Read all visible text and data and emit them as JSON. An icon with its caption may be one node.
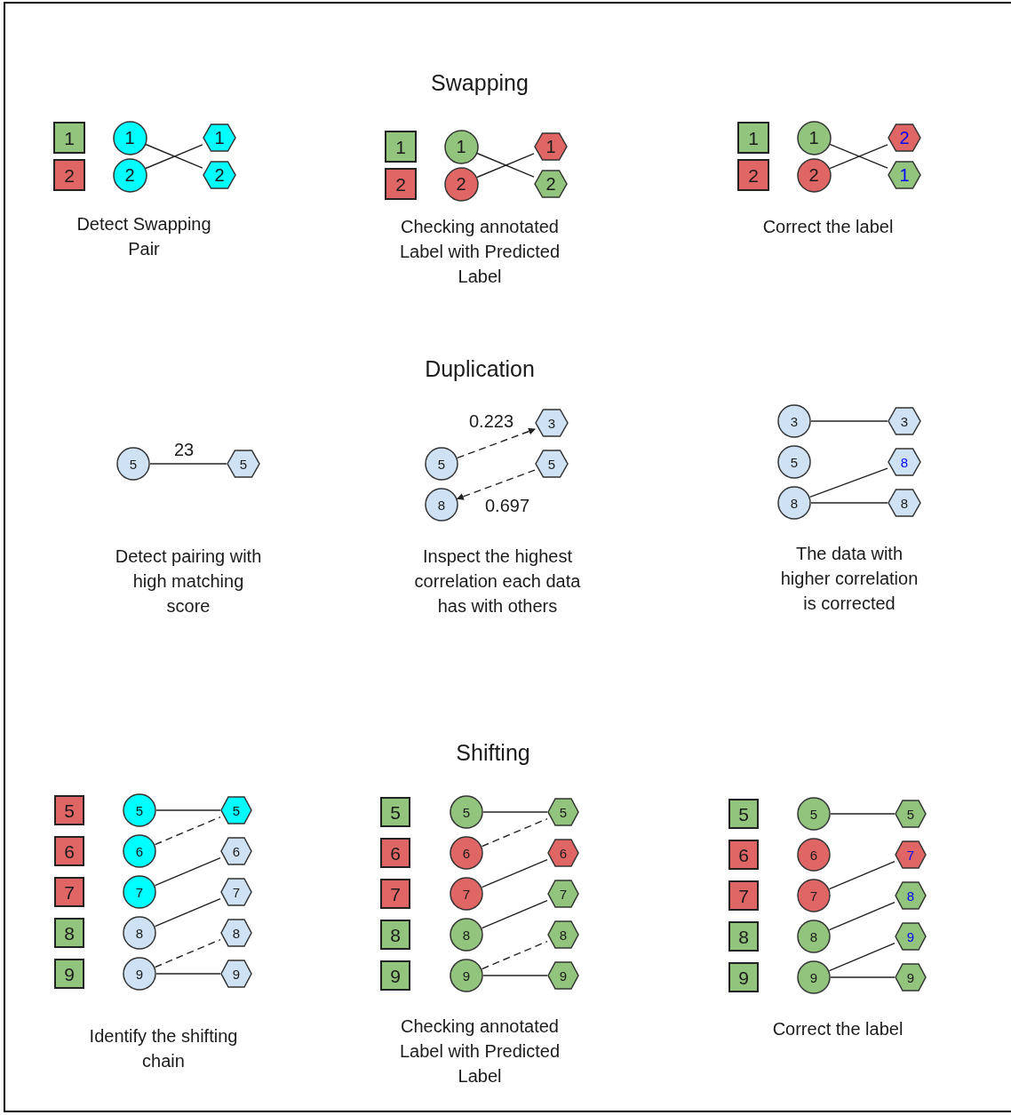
{
  "diagram": {
    "nodes": [
      {
        "text": [
          "1"
        ]
      },
      {
        "text": [
          "1"
        ]
      },
      {
        "text": [
          "1"
        ]
      },
      {
        "text": [
          "2"
        ]
      },
      {
        "text": [
          "2"
        ]
      },
      {
        "text": [
          "2"
        ]
      },
      {
        "text": [
          "1"
        ]
      },
      {
        "text": [
          "1"
        ]
      },
      {
        "text": [
          "1"
        ]
      },
      {
        "text": [
          "2"
        ]
      },
      {
        "text": [
          "2"
        ]
      },
      {
        "text": [
          "2"
        ]
      },
      {
        "text": [
          "1"
        ]
      },
      {
        "text": [
          "1"
        ]
      },
      {
        "text": [
          "2"
        ]
      },
      {
        "text": [
          "2"
        ]
      },
      {
        "text": [
          "2"
        ]
      },
      {
        "text": [
          "1"
        ]
      },
      {
        "text": [
          "5"
        ]
      },
      {
        "text": [
          "5"
        ]
      },
      {
        "text": [
          "3"
        ]
      },
      {
        "text": [
          "5"
        ]
      },
      {
        "text": [
          "5"
        ]
      },
      {
        "text": [
          "8"
        ]
      },
      {
        "text": [
          "3"
        ]
      },
      {
        "text": [
          "3"
        ]
      },
      {
        "text": [
          "5"
        ]
      },
      {
        "text": [
          "8"
        ]
      },
      {
        "text": [
          "8"
        ]
      },
      {
        "text": [
          "8"
        ]
      },
      {
        "text": [
          "5"
        ]
      },
      {
        "text": [
          "5"
        ]
      },
      {
        "text": [
          "5"
        ]
      },
      {
        "text": [
          "6"
        ]
      },
      {
        "text": [
          "6"
        ]
      },
      {
        "text": [
          "6"
        ]
      },
      {
        "text": [
          "7"
        ]
      },
      {
        "text": [
          "7"
        ]
      },
      {
        "text": [
          "7"
        ]
      },
      {
        "text": [
          "8"
        ]
      },
      {
        "text": [
          "8"
        ]
      },
      {
        "text": [
          "8"
        ]
      },
      {
        "text": [
          "9"
        ]
      },
      {
        "text": [
          "9"
        ]
      },
      {
        "text": [
          "9"
        ]
      },
      {
        "text": [
          "5"
        ]
      },
      {
        "text": [
          "5"
        ]
      },
      {
        "text": [
          "5"
        ]
      },
      {
        "text": [
          "6"
        ]
      },
      {
        "text": [
          "6"
        ]
      },
      {
        "text": [
          "6"
        ]
      },
      {
        "text": [
          "7"
        ]
      },
      {
        "text": [
          "7"
        ]
      },
      {
        "text": [
          "7"
        ]
      },
      {
        "text": [
          "8"
        ]
      },
      {
        "text": [
          "8"
        ]
      },
      {
        "text": [
          "8"
        ]
      },
      {
        "text": [
          "9"
        ]
      },
      {
        "text": [
          "9"
        ]
      },
      {
        "text": [
          "9"
        ]
      },
      {
        "text": [
          "5"
        ]
      },
      {
        "text": [
          "5"
        ]
      },
      {
        "text": [
          "5"
        ]
      },
      {
        "text": [
          "6"
        ]
      },
      {
        "text": [
          "6"
        ]
      },
      {
        "text": [
          "7"
        ]
      },
      {
        "text": [
          "7"
        ]
      },
      {
        "text": [
          "7"
        ]
      },
      {
        "text": [
          "8"
        ]
      },
      {
        "text": [
          "8"
        ]
      },
      {
        "text": [
          "8"
        ]
      },
      {
        "text": [
          "9"
        ]
      },
      {
        "text": [
          "9"
        ]
      },
      {
        "text": [
          "9"
        ]
      },
      {
        "text": [
          "9"
        ]
      }
    ],
    "edges": [
      {
        "from": 1,
        "to": 5,
        "arrow": "none"
      },
      {
        "from": 4,
        "to": 2,
        "arrow": "none"
      },
      {
        "from": 7,
        "to": 11,
        "arrow": "none"
      },
      {
        "from": 10,
        "to": 8,
        "arrow": "none"
      },
      {
        "from": 13,
        "to": 17,
        "arrow": "none"
      },
      {
        "from": 16,
        "to": 14,
        "arrow": "none"
      },
      {
        "from": 18,
        "to": 19,
        "arrow": "none",
        "label": "23"
      },
      {
        "from": 21,
        "to": 20,
        "arrow": "to",
        "label": "0.223",
        "style": "dashed"
      },
      {
        "from": 22,
        "to": 23,
        "arrow": "to",
        "label": "0.697",
        "style": "dashed"
      },
      {
        "from": 24,
        "to": 25,
        "arrow": "none"
      },
      {
        "from": 28,
        "to": 27,
        "arrow": "none"
      },
      {
        "from": 28,
        "to": 29,
        "arrow": "none"
      },
      {
        "from": 31,
        "to": 32,
        "arrow": "none"
      },
      {
        "from": 34,
        "to": 32,
        "arrow": "none",
        "style": "dashed"
      },
      {
        "from": 37,
        "to": 35,
        "arrow": "none"
      },
      {
        "from": 40,
        "to": 38,
        "arrow": "none"
      },
      {
        "from": 43,
        "to": 41,
        "arrow": "none",
        "style": "dashed"
      },
      {
        "from": 43,
        "to": 44,
        "arrow": "none"
      },
      {
        "from": 46,
        "to": 47,
        "arrow": "none"
      },
      {
        "from": 49,
        "to": 47,
        "arrow": "none",
        "style": "dashed"
      },
      {
        "from": 52,
        "to": 50,
        "arrow": "none"
      },
      {
        "from": 55,
        "to": 53,
        "arrow": "none"
      },
      {
        "from": 58,
        "to": 56,
        "arrow": "none",
        "style": "dashed"
      },
      {
        "from": 58,
        "to": 59,
        "arrow": "none"
      },
      {
        "from": 61,
        "to": 62,
        "arrow": "none"
      },
      {
        "from": 67,
        "to": 65,
        "arrow": "none"
      },
      {
        "from": 70,
        "to": 68,
        "arrow": "none"
      },
      {
        "from": 73,
        "to": 71,
        "arrow": "none"
      },
      {
        "from": 73,
        "to": 74,
        "arrow": "none"
      }
    ],
    "labels": [
      "Swapping",
      "Detect Swapping Pair",
      "Checking annotated Label with Predicted Label",
      "Correct the label",
      "Duplication",
      "Detect pairing with high matching score",
      "Inspect the highest correlation each data has with others",
      "The data with higher correlation is corrected",
      "Shifting",
      "Identify the shifting chain",
      "Checking annotated Label with Predicted Label",
      "Correct the label"
    ]
  }
}
